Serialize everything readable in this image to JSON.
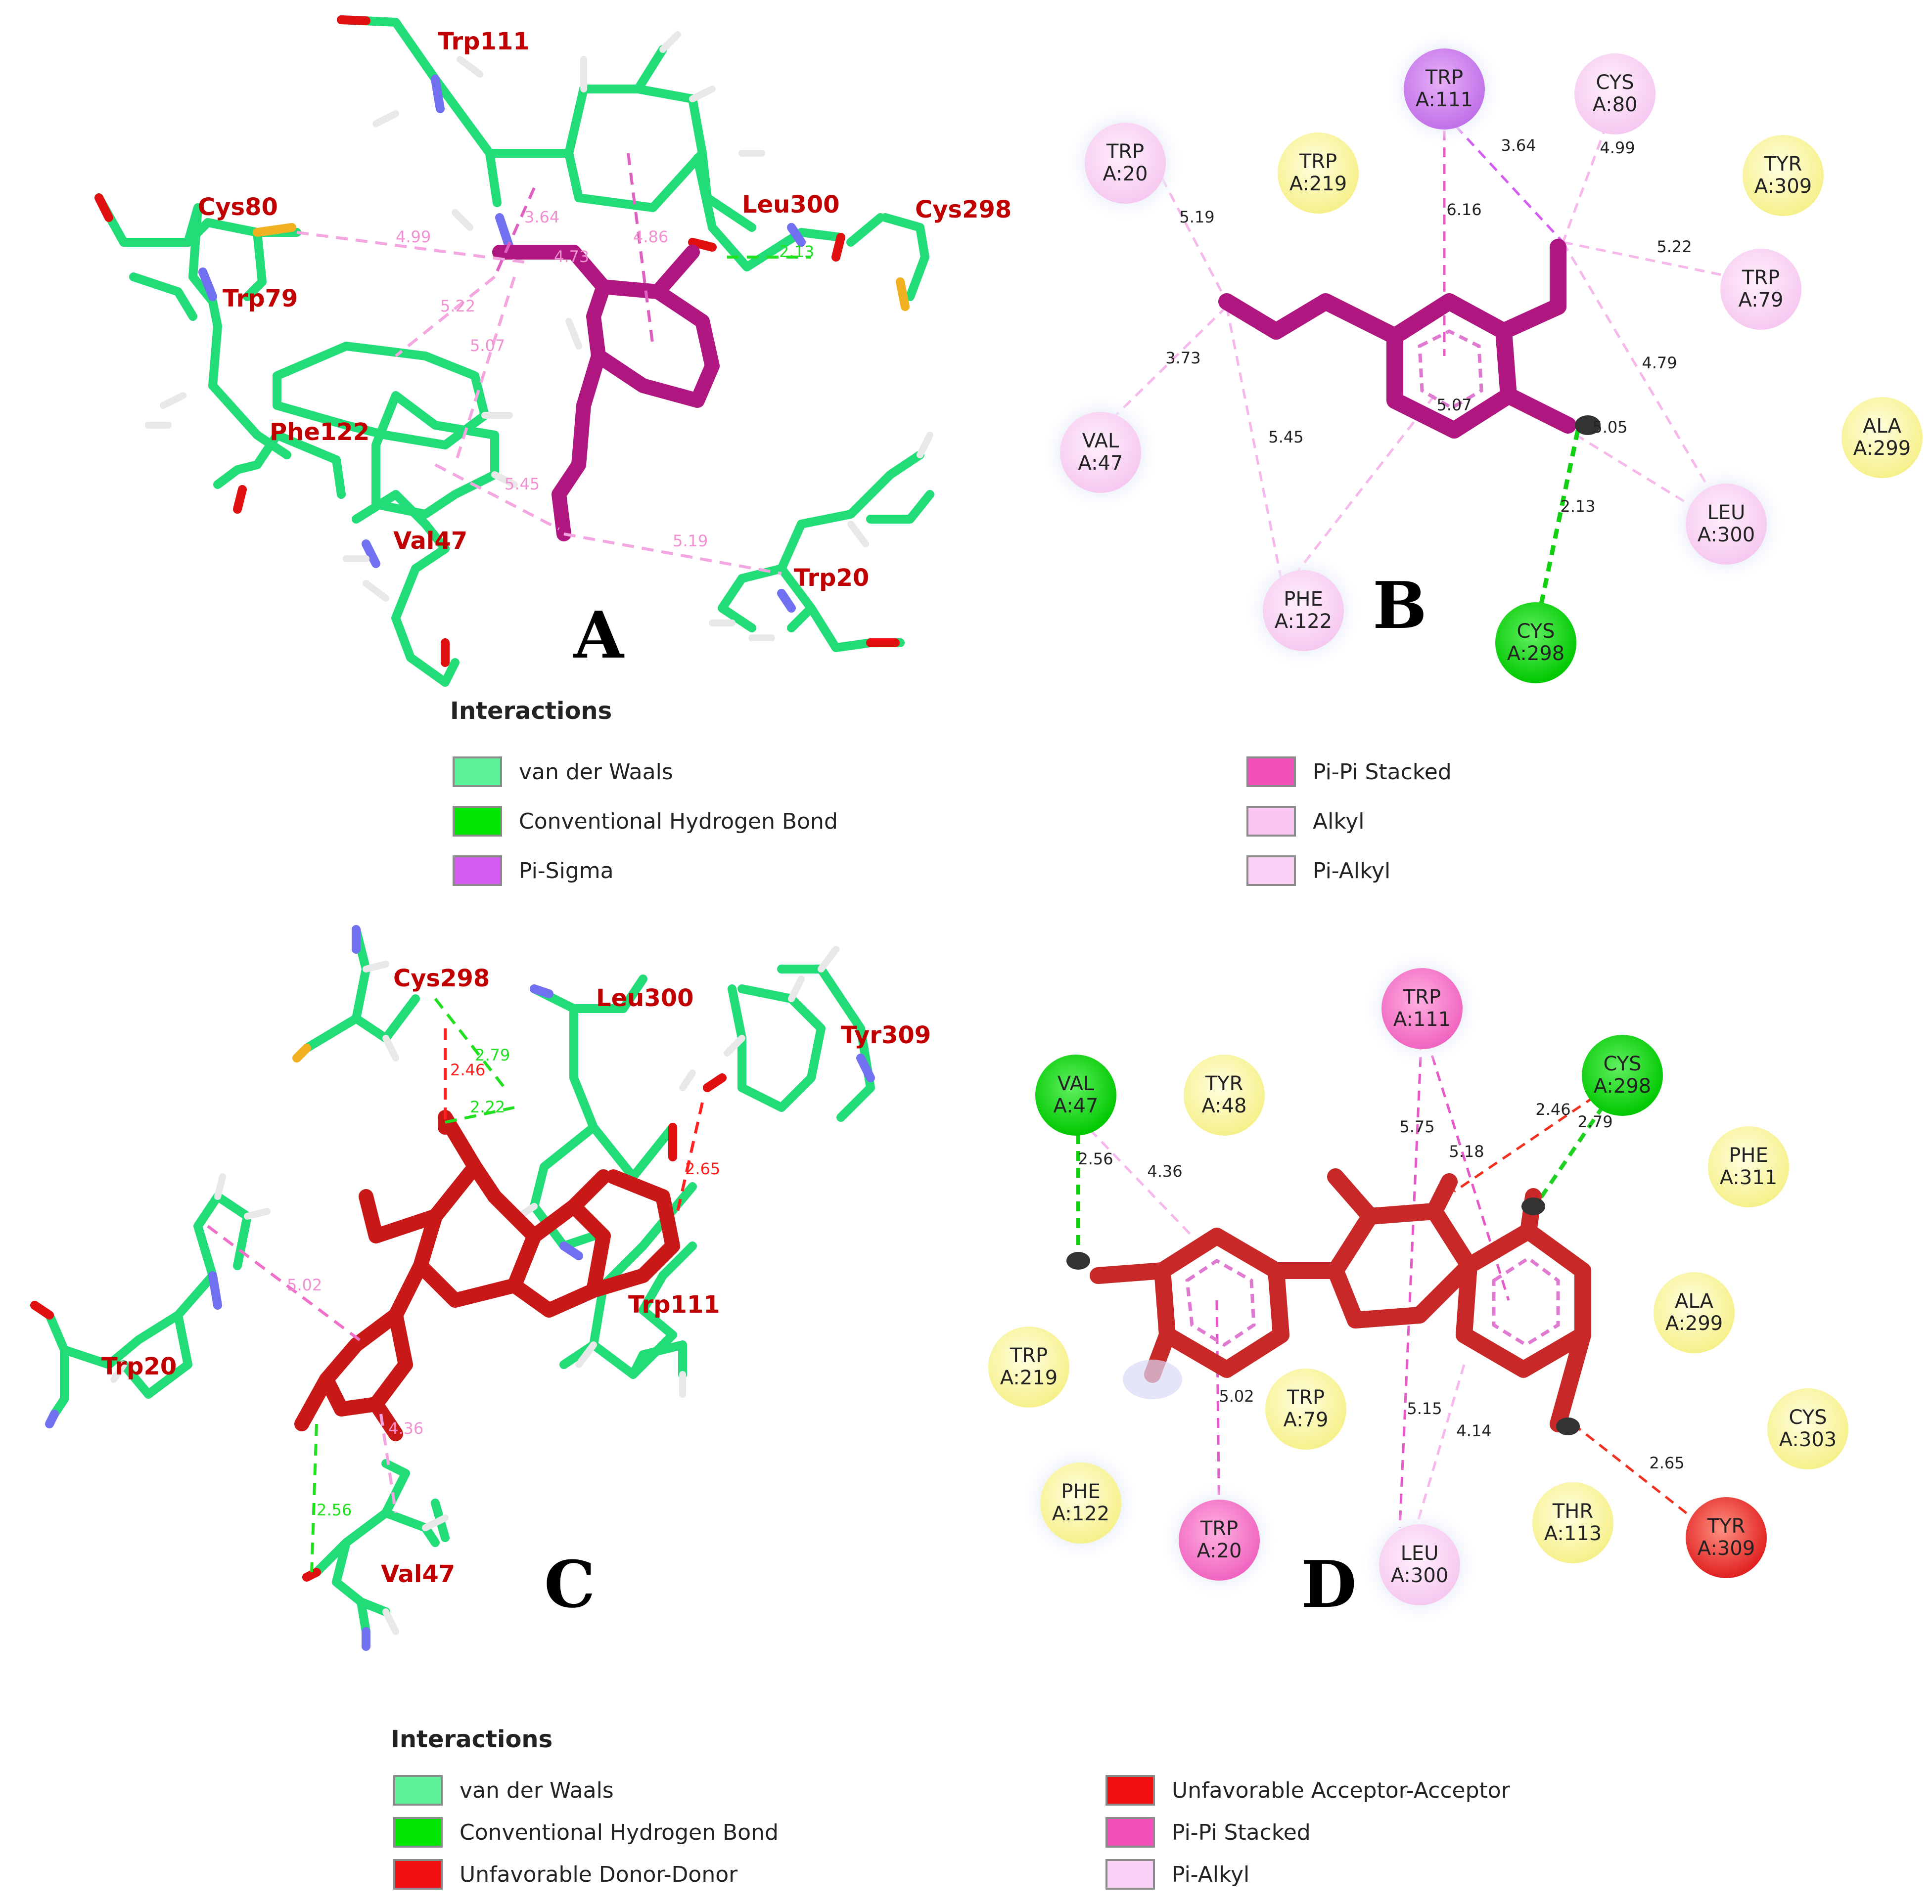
{
  "panels": {
    "a": {
      "letter": "A",
      "residues": [
        "Trp111",
        "Cys80",
        "Leu300",
        "Cys298",
        "Trp79",
        "Phe122",
        "Val47",
        "Trp20"
      ],
      "distances": [
        "4.99",
        "3.64",
        "4.73",
        "4.86",
        "2.13",
        "5.22",
        "5.07",
        "5.45",
        "5.19"
      ]
    },
    "b": {
      "letter": "B",
      "nodes": [
        {
          "res": "TRP",
          "id": "A:111"
        },
        {
          "res": "CYS",
          "id": "A:80"
        },
        {
          "res": "TRP",
          "id": "A:20"
        },
        {
          "res": "TRP",
          "id": "A:219"
        },
        {
          "res": "TYR",
          "id": "A:309"
        },
        {
          "res": "TRP",
          "id": "A:79"
        },
        {
          "res": "VAL",
          "id": "A:47"
        },
        {
          "res": "ALA",
          "id": "A:299"
        },
        {
          "res": "LEU",
          "id": "A:300"
        },
        {
          "res": "PHE",
          "id": "A:122"
        },
        {
          "res": "CYS",
          "id": "A:298"
        }
      ],
      "distances": [
        "3.64",
        "4.99",
        "5.19",
        "6.16",
        "5.22",
        "3.73",
        "4.79",
        "5.07",
        "5.45",
        "5.05",
        "2.13"
      ]
    },
    "c": {
      "letter": "C",
      "residues": [
        "Cys298",
        "Leu300",
        "Tyr309",
        "Trp111",
        "Trp20",
        "Val47"
      ],
      "distances": [
        "2.79",
        "2.46",
        "2.22",
        "2.65",
        "5.02",
        "2.56",
        "4.36"
      ]
    },
    "d": {
      "letter": "D",
      "nodes": [
        {
          "res": "TRP",
          "id": "A:111"
        },
        {
          "res": "VAL",
          "id": "A:47"
        },
        {
          "res": "TYR",
          "id": "A:48"
        },
        {
          "res": "CYS",
          "id": "A:298"
        },
        {
          "res": "PHE",
          "id": "A:311"
        },
        {
          "res": "ALA",
          "id": "A:299"
        },
        {
          "res": "TRP",
          "id": "A:219"
        },
        {
          "res": "TRP",
          "id": "A:79"
        },
        {
          "res": "CYS",
          "id": "A:303"
        },
        {
          "res": "PHE",
          "id": "A:122"
        },
        {
          "res": "TRP",
          "id": "A:20"
        },
        {
          "res": "LEU",
          "id": "A:300"
        },
        {
          "res": "THR",
          "id": "A:113"
        },
        {
          "res": "TYR",
          "id": "A:309"
        }
      ],
      "distances": [
        "2.46",
        "2.79",
        "5.75",
        "5.18",
        "2.56",
        "4.36",
        "5.02",
        "5.15",
        "4.14",
        "2.65"
      ]
    }
  },
  "legend_top": {
    "title": "Interactions",
    "items": [
      {
        "label": "van der Waals",
        "color": "#5cf29a"
      },
      {
        "label": "Conventional Hydrogen Bond",
        "color": "#00e600"
      },
      {
        "label": "Pi-Sigma",
        "color": "#d45cf0"
      },
      {
        "label": "Pi-Pi Stacked",
        "color": "#f050b8"
      },
      {
        "label": "Alkyl",
        "color": "#f8c6f0"
      },
      {
        "label": "Pi-Alkyl",
        "color": "#fad0f6"
      }
    ]
  },
  "legend_bottom": {
    "title": "Interactions",
    "items": [
      {
        "label": "van der Waals",
        "color": "#5cf29a"
      },
      {
        "label": "Conventional Hydrogen Bond",
        "color": "#00e600"
      },
      {
        "label": "Unfavorable Donor-Donor",
        "color": "#f01010"
      },
      {
        "label": "Unfavorable Acceptor-Acceptor",
        "color": "#f01010"
      },
      {
        "label": "Pi-Pi Stacked",
        "color": "#f050b8"
      },
      {
        "label": "Pi-Alkyl",
        "color": "#fad0f6"
      }
    ]
  }
}
